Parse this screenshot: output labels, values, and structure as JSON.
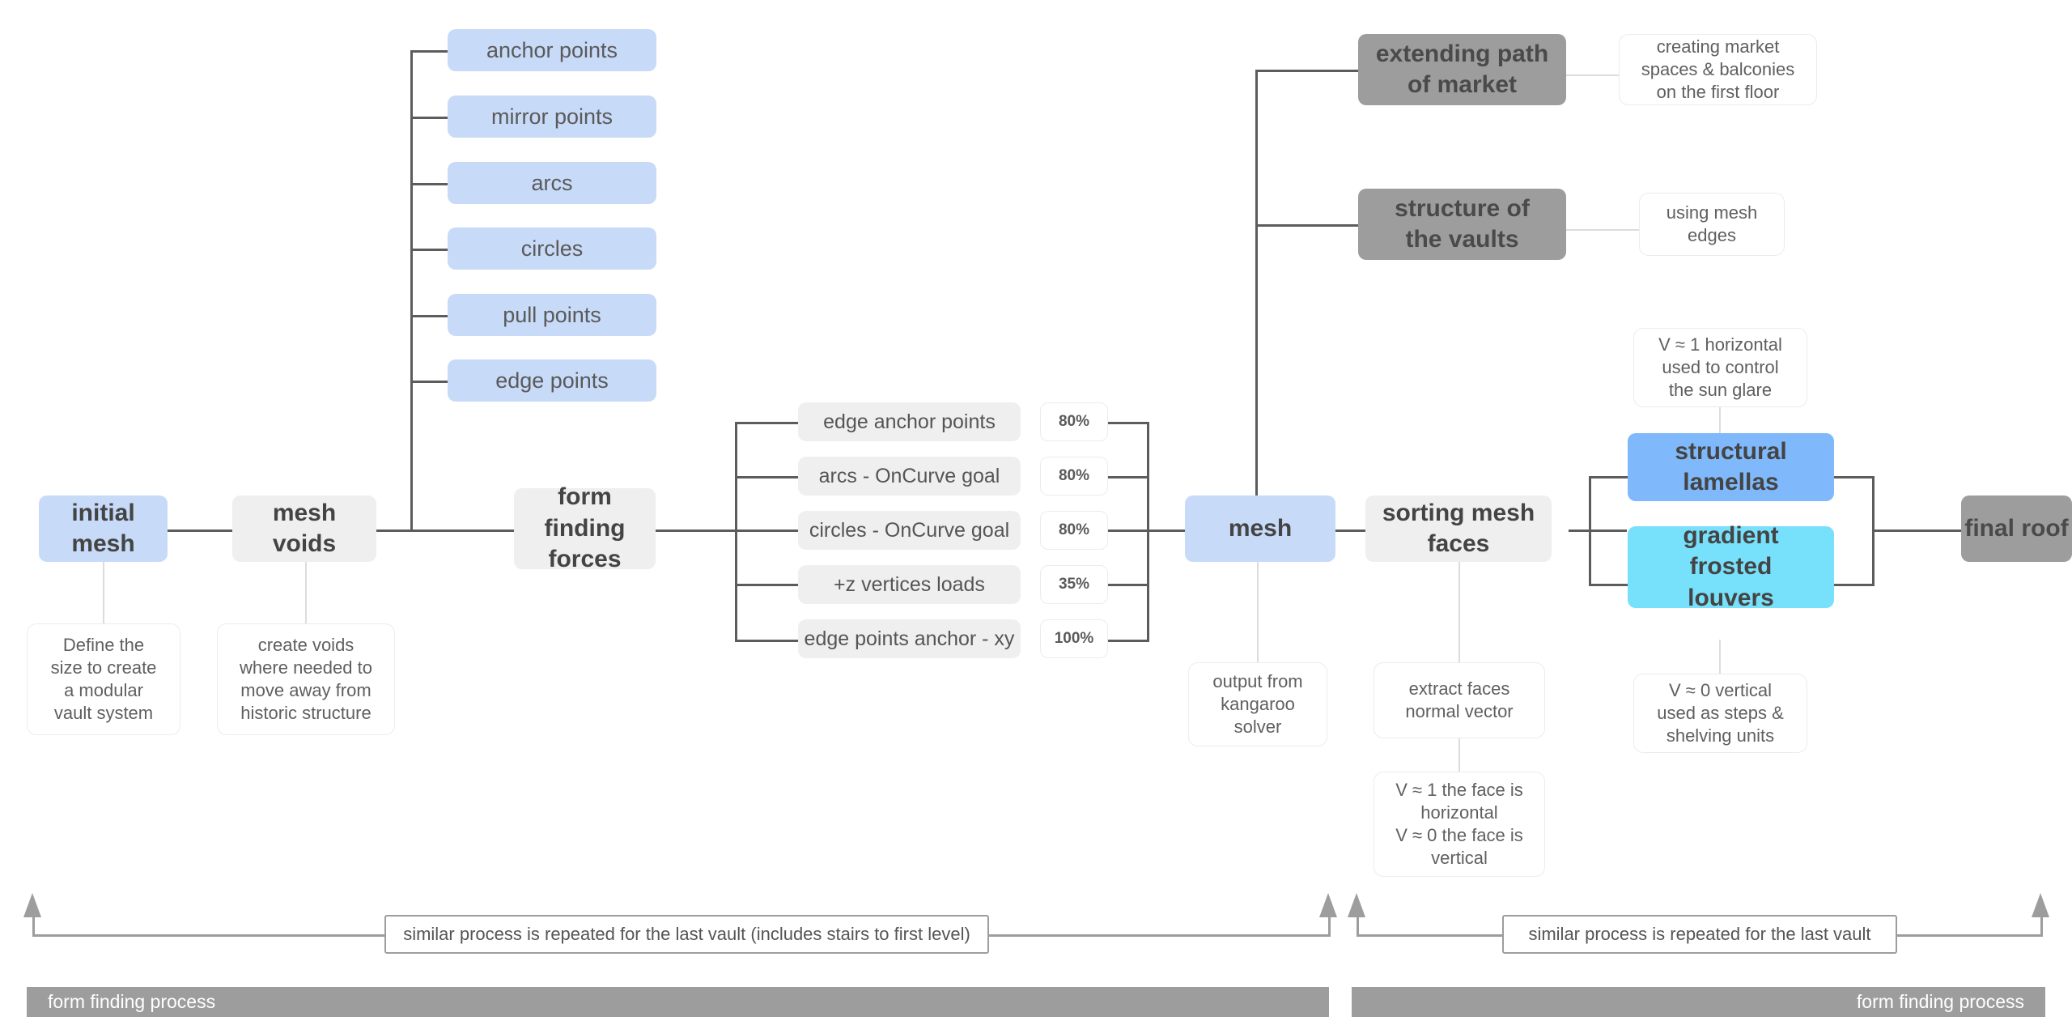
{
  "diagram": {
    "title": "form finding process",
    "colors": {
      "pale_blue": "#c7daf8",
      "vivid_blue": "#7fb9fb",
      "cyan": "#77e0fb",
      "grey_box": "#efefef",
      "dark_grey": "#9d9d9d",
      "connector": "#5c5c5c"
    }
  },
  "main_chain": {
    "initial_mesh": "initial\nmesh",
    "initial_mesh_l1": "initial",
    "initial_mesh_l2": "mesh",
    "mesh_voids_l1": "mesh",
    "mesh_voids_l2": "voids",
    "form_finding_l1": "form",
    "form_finding_l2": "finding",
    "form_finding_l3": "forces",
    "mesh": "mesh",
    "sorting_l1": "sorting mesh",
    "sorting_l2": "faces",
    "final_roof": "final roof"
  },
  "notes": {
    "initial_mesh_note": "Define the\nsize to create\na modular\nvault system",
    "mesh_voids_note": "create voids\nwhere needed to\nmove away from\nhistoric structure",
    "mesh_note": "output from\nkangaroo\nsolver",
    "sorting_note": "extract faces\nnormal vector",
    "sorting_note2": "V ≈ 1 the face is\nhorizontal\nV ≈ 0 the face is\nvertical",
    "market_note": "creating market\nspaces & balconies\non the first floor",
    "vaults_note": "using mesh\nedges",
    "lamellas_note": "V ≈ 1 horizontal\nused to control\nthe sun glare",
    "louvers_note": "V ≈ 0 vertical\nused as steps &\nshelving units"
  },
  "point_types": [
    {
      "label": "anchor points"
    },
    {
      "label": "mirror points"
    },
    {
      "label": "arcs"
    },
    {
      "label": "circles"
    },
    {
      "label": "pull points"
    },
    {
      "label": "edge points"
    }
  ],
  "forces": [
    {
      "label": "edge anchor points",
      "percent": "80%"
    },
    {
      "label": "arcs - OnCurve goal",
      "percent": "80%"
    },
    {
      "label": "circles - OnCurve goal",
      "percent": "80%"
    },
    {
      "label": "+z vertices loads",
      "percent": "35%"
    },
    {
      "label": "edge points anchor - xy",
      "percent": "100%"
    }
  ],
  "dark_nodes": {
    "extending_path_l1": "extending path",
    "extending_path_l2": "of market",
    "structure_vaults_l1": "structure of",
    "structure_vaults_l2": "the vaults"
  },
  "outputs": {
    "lamellas_l1": "structural",
    "lamellas_l2": "lamellas",
    "louvers_l1": "gradient",
    "louvers_l2": "frosted",
    "louvers_l3": "louvers"
  },
  "footer": {
    "repeat_left": "similar process is repeated for the last vault (includes stairs to first level)",
    "repeat_right": "similar process is repeated for the last vault",
    "bar_left": "form finding process",
    "bar_right": "form finding process"
  }
}
